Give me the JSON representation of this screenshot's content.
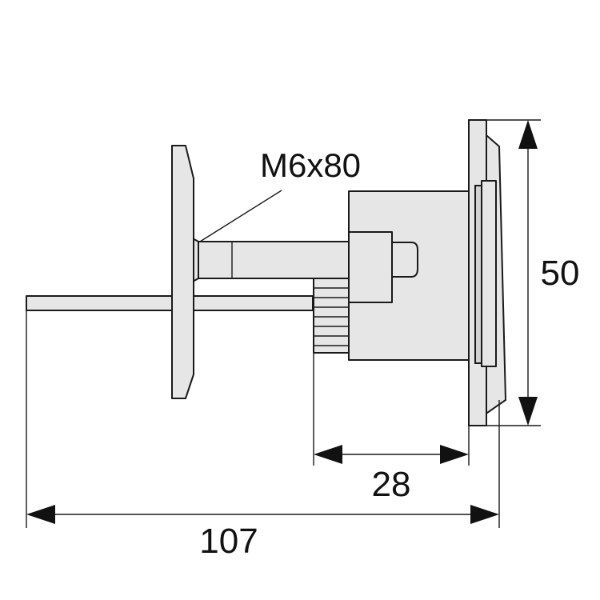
{
  "labels": {
    "screw_spec": "M6x80",
    "dim_height": "50",
    "dim_depth": "28",
    "dim_total_length": "107"
  },
  "colors": {
    "line": "#1a1a1a",
    "part_fill": "#e6e6e6",
    "part_fill_dark": "#d2d2d2",
    "background": "#ffffff"
  }
}
